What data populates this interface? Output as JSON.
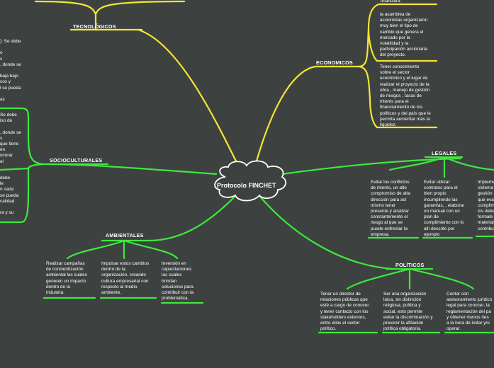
{
  "central_topic": "Protocolo FINCHET",
  "branches": {
    "tecnologicos": {
      "label": "TECNOLÓGICOS"
    },
    "economicos": {
      "label": "ECONOMICOS",
      "items": [
        "financiera",
        "la asamblea de\naccionistas organizaron\nmuy bien el tipo de\ncambio que genera el\nmercado por la\nvolatilidad y la\nparticipación accionaria\ndel proyecto.",
        "Tener conocimiento\nsobre el sector\neconómico y el lugar de\nrealizar el proyecto de la\nobra , manejo de gestión\nde riesgos , tasas de\ninterés para el\nfinanciamiento de los\npolíticos y del país que le\npermita aumentar más la\nliquidez."
      ]
    },
    "socioculturales": {
      "label": "SOCIOCULTURALES",
      "items": [
        "): Se debe\n\no\ns\n, donde se\n\nbaja bajo\ncos y\nl se pueda\n\nas",
        "Se debe\niso de\n\n, donde se\ns\nque tiene\nen\nocurar\n el",
        "debe\nle\nn cada\nse pueda\n calidad\n\nra y su"
      ]
    },
    "legales": {
      "label": "LEGALES",
      "items": [
        "Evitar los conflictos\nde interés, un alto\ncompromiso de alta\ndirección para así\nmismo tener\npresente y analizar\nconstantemente el\nriesgo al que se\npuede enfrentar la\nempresa.",
        "Evitar utilizar\ncontratos para el\nbien propio\nincumpliendo las\ngarantías, , elaborar\nun manual con un\nplan de\ncumplimiento con lo\nallí descrito por\nejemplo",
        "Impleme\nsistema\ngestión\nque eva\ncumplim\nlos debe\nformale\nmaterial\ncontribu"
      ]
    },
    "ambientales": {
      "label": "AMBIENTALES",
      "items": [
        "Realizar campañas\nde concientización\nambiental  las cuales\ngeneren un impacto\ndentro de la\nindustria.",
        "Impulsar estos cambios\ndentro de la\norganización, creando\ncultura empresarial con\nrespecto al medio\nambiente.",
        "Inversión en\ncapacitaciones\nlas cuales\nbrindan\nsoluciones para\ncontribuir con la\nproblemática."
      ]
    },
    "politicos": {
      "label": "POLÍTICOS",
      "items": [
        "Tener un director de\nrelaciones públicas que\nesté a cargo de conocer\ny tener contacto con los\nstakeholders externos,\nentre ellos el sector\npolítico.",
        "Ser una organización\nlaica, sin distinción\nreligiosa, política y\nsocial, esto permite\nevitar la discriminación y\nprevenir la afiliación\npolítica obligatoria.",
        "Contar con\nasesoramiento jurídico\nlegal para conocer, la\nreglamentación del pa\ny obtener menos ries\na la hora de licitar y/o\noperar."
      ]
    }
  },
  "colors": {
    "background": "#3d4241",
    "yellow_branch": "#f5e531",
    "green_branch": "#3ee83c",
    "text": "#ffffff"
  }
}
